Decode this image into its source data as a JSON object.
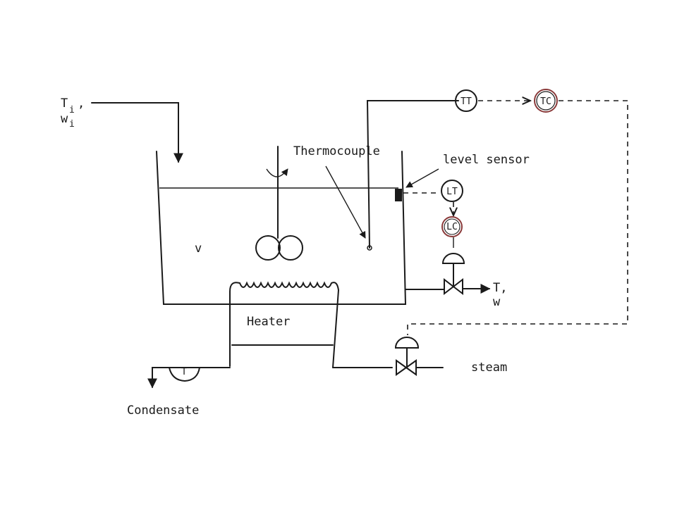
{
  "labels": {
    "inlet_t": "T",
    "inlet_t_sub": "i",
    "inlet_comma": ",",
    "inlet_w": "w",
    "inlet_w_sub": "i",
    "thermocouple": "Thermocouple",
    "level_sensor": "level sensor",
    "volume": "v",
    "heater": "Heater",
    "outlet_t": "T,",
    "outlet_w": "w",
    "steam": "steam",
    "condensate": "Condensate"
  },
  "instruments": {
    "tt": "TT",
    "tc": "TC",
    "lt": "LT",
    "lc": "LC",
    "trap": "T"
  },
  "colors": {
    "line": "#1a1a1a",
    "tc_ring": "#8a3a3a"
  }
}
